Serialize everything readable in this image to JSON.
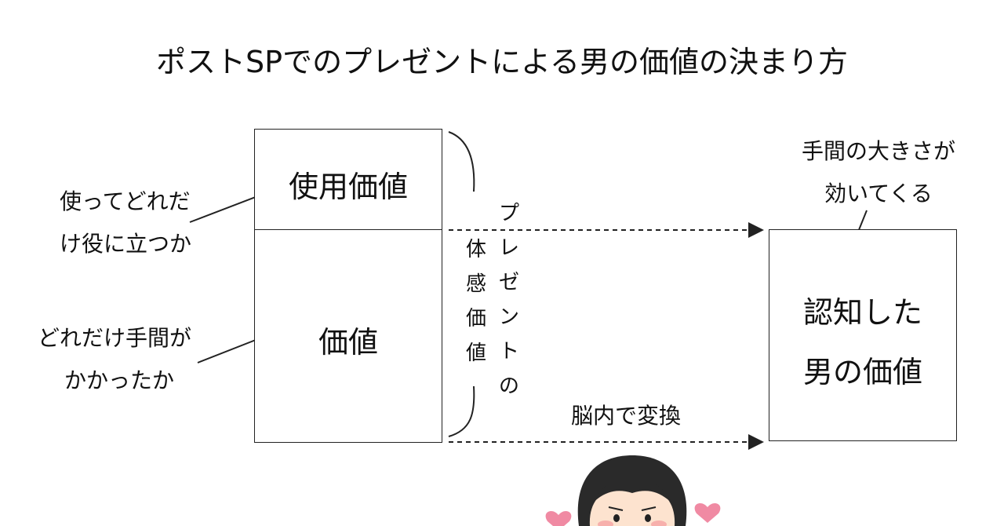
{
  "title": "ポストSPでのプレゼントによる男の価値の決まり方",
  "left_box": {
    "top_label": "使用価値",
    "bottom_label": "価値"
  },
  "left_notes": {
    "use_value_line1": "使ってどれだ",
    "use_value_line2": "け役に立つか",
    "effort_line1": "どれだけ手間が",
    "effort_line2": "かかったか"
  },
  "vertical_labels": {
    "perceived_value": [
      "体",
      "感",
      "価",
      "値"
    ],
    "of_present": [
      "プ",
      "レ",
      "ゼ",
      "ン",
      "ト",
      "の"
    ]
  },
  "arrow_label": "脳内で変換",
  "right_box": {
    "line1": "認知した",
    "line2": "男の価値"
  },
  "right_note": {
    "line1": "手間の大きさが",
    "line2": "効いてくる"
  },
  "colors": {
    "line": "#222222",
    "heart": "#f08aa3",
    "hair": "#2a2a2a",
    "skin": "#fde3cf",
    "blush": "#f5a3a3"
  }
}
